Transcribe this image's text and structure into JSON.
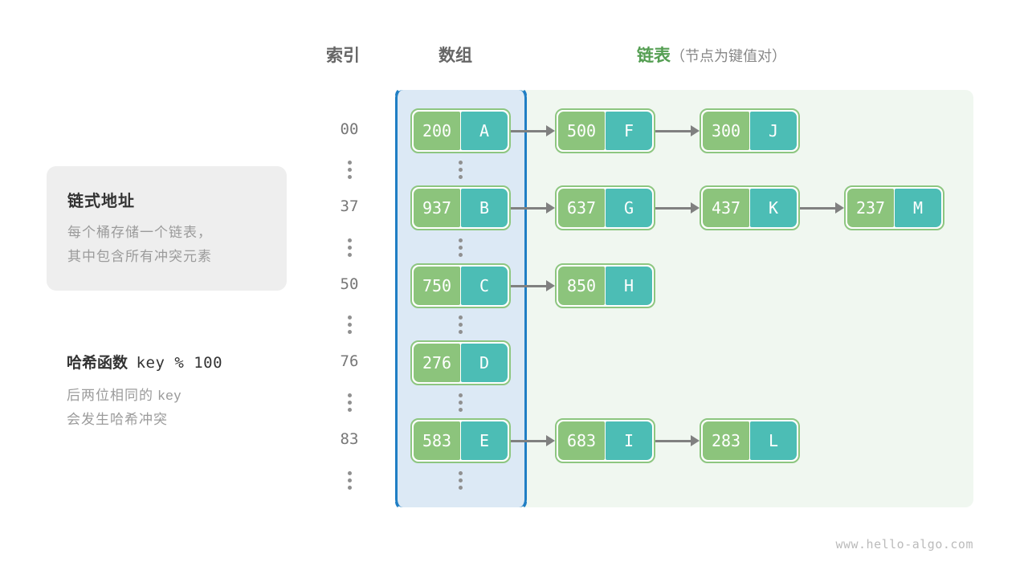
{
  "headers": {
    "index": "索引",
    "array": "数组",
    "list_accent": "链表",
    "list_sub": "（节点为键值对）"
  },
  "info_card": {
    "title": "链式地址",
    "line1": "每个桶存储一个链表，",
    "line2": "其中包含所有冲突元素"
  },
  "note": {
    "title_cn": "哈希函数",
    "title_code": "key % 100",
    "line1": "后两位相同的  key",
    "line2": "会发生哈希冲突"
  },
  "colors": {
    "key_cell": "#8cc47c",
    "value_cell": "#4cbdb5",
    "node_border": "#8dc680",
    "array_panel_bg": "#dce9f5",
    "array_panel_border": "#1f7ec4",
    "list_panel_bg": "#f0f7f0",
    "arrow": "#808080",
    "accent_green": "#549e52",
    "index_text": "#777777"
  },
  "buckets": [
    {
      "index": "00",
      "nodes": [
        {
          "key": "200",
          "value": "A"
        },
        {
          "key": "500",
          "value": "F"
        },
        {
          "key": "300",
          "value": "J"
        }
      ]
    },
    {
      "index": "37",
      "nodes": [
        {
          "key": "937",
          "value": "B"
        },
        {
          "key": "637",
          "value": "G"
        },
        {
          "key": "437",
          "value": "K"
        },
        {
          "key": "237",
          "value": "M"
        }
      ]
    },
    {
      "index": "50",
      "nodes": [
        {
          "key": "750",
          "value": "C"
        },
        {
          "key": "850",
          "value": "H"
        }
      ]
    },
    {
      "index": "76",
      "nodes": [
        {
          "key": "276",
          "value": "D"
        }
      ]
    },
    {
      "index": "83",
      "nodes": [
        {
          "key": "583",
          "value": "E"
        },
        {
          "key": "683",
          "value": "I"
        },
        {
          "key": "283",
          "value": "L"
        }
      ]
    }
  ],
  "ellipsis_glyph": "⋮",
  "watermark": "www.hello-algo.com"
}
